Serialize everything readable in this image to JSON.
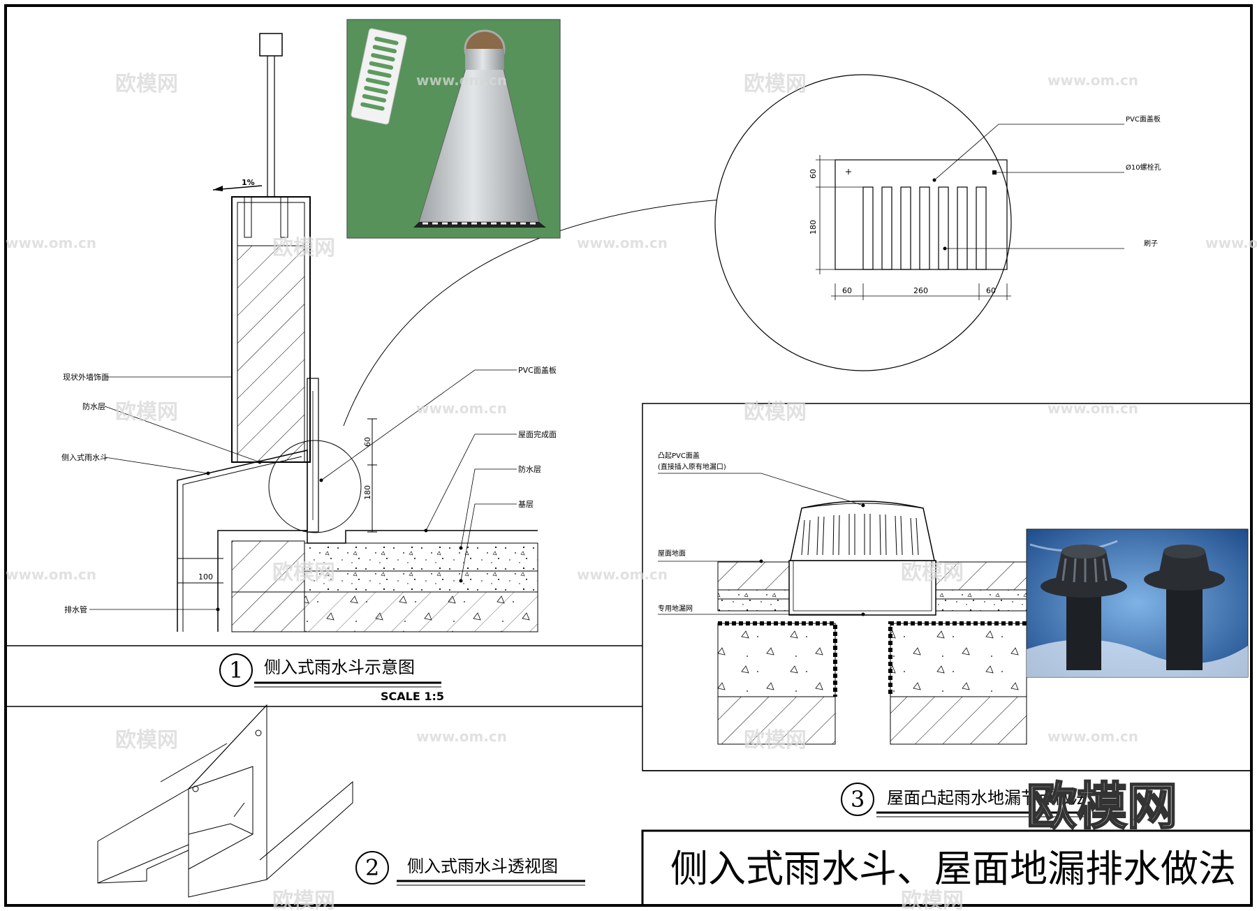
{
  "title": "侧入式雨水斗、屋面地漏排水做法",
  "watermark_logo": "欧模网",
  "watermark_url": "www.om.cn",
  "detail1": {
    "number": "1",
    "caption": "侧入式雨水斗示意图",
    "scale": "SCALE  1:5",
    "slope": "1%",
    "labels": {
      "wall_finish": "现状外墙饰面",
      "waterproof_left": "防水层",
      "side_drain": "侧入式雨水斗",
      "drain_pipe": "排水管",
      "pvc_panel": "PVC面盖板",
      "roof_finish": "屋面完成面",
      "waterproof_right": "防水层",
      "base_layer": "基层"
    },
    "dims": {
      "d100": "100",
      "d60": "60",
      "d180": "180"
    }
  },
  "detail_zoom": {
    "labels": {
      "pvc_panel": "PVC面盖板",
      "bolt_hole": "Ø10螺栓孔",
      "grille": "刷子"
    },
    "dims": {
      "h60": "60",
      "h180": "180",
      "w60a": "60",
      "w260": "260",
      "w60b": "60"
    }
  },
  "detail2": {
    "number": "2",
    "caption": "侧入式雨水斗透视图"
  },
  "detail3": {
    "number": "3",
    "caption": "屋面凸起雨水地漏节点做法",
    "labels": {
      "raised_cover_line1": "凸起PVC面盖",
      "raised_cover_line2": "(直接插入原有地漏口)",
      "roof_floor": "屋面地面",
      "special_mesh": "专用地漏网"
    }
  }
}
